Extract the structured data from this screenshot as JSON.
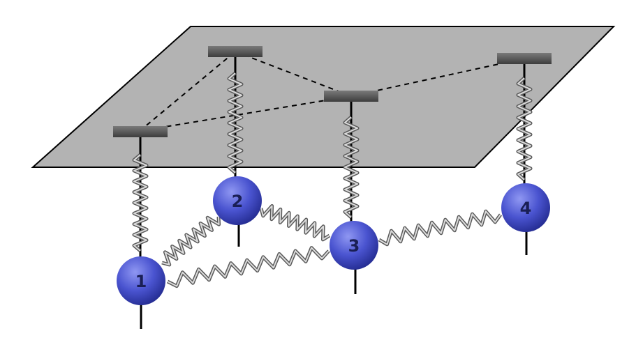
{
  "diagram": {
    "masses": [
      {
        "id": "mass-1",
        "label": "1"
      },
      {
        "id": "mass-2",
        "label": "2"
      },
      {
        "id": "mass-3",
        "label": "3"
      },
      {
        "id": "mass-4",
        "label": "4"
      }
    ],
    "colors": {
      "plane": "#b3b3b3",
      "plane_edge": "#000000",
      "mount": "#555555",
      "mass": "#4a54d0",
      "mass_dark": "#262e95",
      "label": "#1a1f55",
      "spring": "#9a9a9a"
    }
  }
}
